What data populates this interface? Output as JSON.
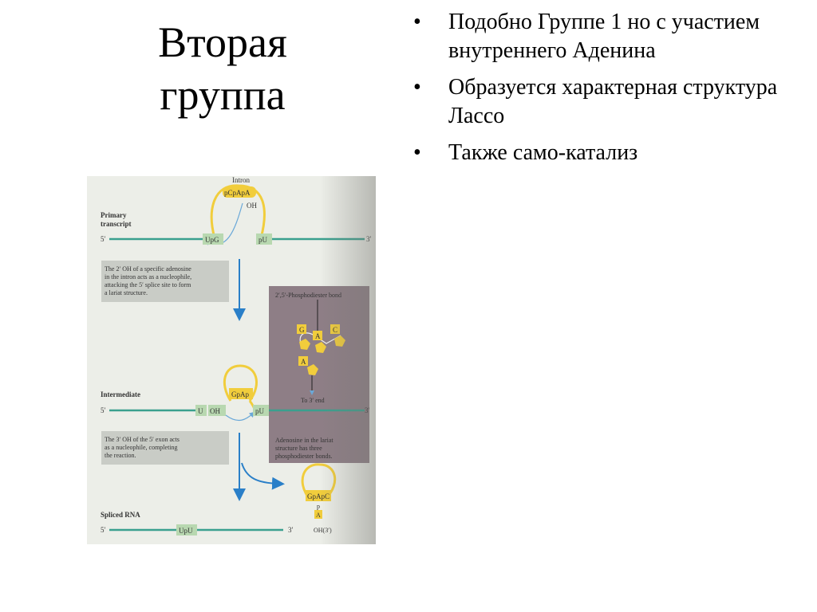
{
  "title": "Вторая группа",
  "bullets": [
    "Подобно Группе 1 но с участием внутреннего Аденина",
    "Образуется характерная структура Лассо",
    "Также само-катализ"
  ],
  "figure": {
    "intron_label": "Intron",
    "intron_seq": "pCpApA",
    "oh": "OH",
    "primary_label_1": "Primary",
    "primary_label_2": "transcript",
    "five_prime": "5′",
    "three_prime": "3′",
    "upg": "UpG",
    "pu": "pU",
    "note1": [
      "The 2′ OH of a specific adenosine",
      "in the intron acts as a nucleophile,",
      "attacking the 5′ splice site to form",
      "a lariat structure."
    ],
    "bond_label": "2′,5′-Phosphodiester bond",
    "base_g": "G",
    "base_a1": "A",
    "base_c": "C",
    "base_a2": "A",
    "to_end": "To 3′ end",
    "note_inset": [
      "Adenosine in the lariat",
      "structure has three",
      "phosphodiester bonds."
    ],
    "intermediate_label": "Intermediate",
    "gpap": "GpAp",
    "u": "U",
    "oh2": "OH",
    "pu2": "pU",
    "note2": [
      "The 3′ OH of the 5′ exon acts",
      "as a nucleophile, completing",
      "the reaction."
    ],
    "spliced_label": "Spliced RNA",
    "upu": "UpU",
    "lariat_seq": "GpApC",
    "p": "p",
    "a": "A",
    "oh3": "OH(3′)"
  },
  "colors": {
    "rna_line": "#3aa08e",
    "intron_yellow": "#f1cd3c",
    "arrow_blue": "#2a7fc8",
    "inset_bg": "#8e7e86",
    "note_bg": "#c9ccc6"
  }
}
